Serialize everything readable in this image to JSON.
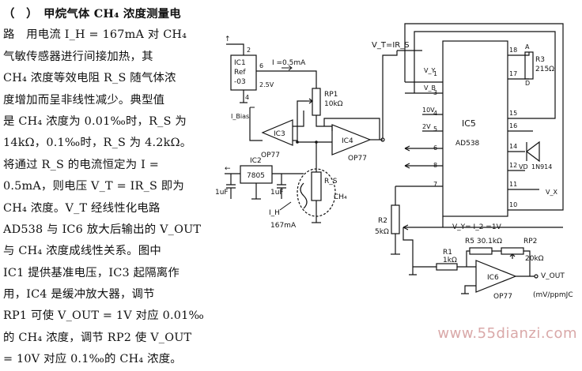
{
  "text_lines": [
    "（　）　甲烷气体 CH₄ 浓度测量电",
    "路　用电流 I_H = 167mA 对 CH₄",
    "气敏传感器进行间接加热，其",
    "CH₄ 浓度等效电阻 R_S 随气体浓",
    "度增加而呈非线性减少。典型值",
    "是 CH₄ 浓度为 0.01‰时，R_S 为",
    "14kΩ，0.1‰时，R_S 为 4.2kΩ。",
    "将通过 R_S 的电流恒定为 I =",
    "0.5mA，则电压 V_T = IR_S 即为",
    "CH₄ 浓度。V_T 经线性化电路",
    "AD538 与 IC6 放大后输出的 V_OUT",
    "与 CH₄ 浓度成线性关系。图中",
    "IC1 提供基准电压，IC3 起隔离作",
    "用，IC4 是缓冲放大器，调节",
    "RP1 可使 V_OUT = 1V 对应 0.01‰",
    "的 CH₄ 浓度，调节 RP2 使 V_OUT",
    "= 10V 对应 0.1‰的 CH₄ 浓度。"
  ],
  "labels": {
    "ic1": "IC1",
    "ic1_ref": "Ref",
    "ic1_03": "-03",
    "ic1_voltage": "2.5V",
    "pin2": "2",
    "pin6": "6",
    "pin4": "4",
    "current": "I =0.5mA",
    "rp1": "RP1",
    "rp1_val": "10kΩ",
    "ibias": "I_Bias",
    "ic3": "IC3",
    "op77_a": "OP77",
    "ic4": "IC4",
    "op77_b": "OP77",
    "ic2": "IC2",
    "ic2_part": "7805",
    "cap1": "1uF",
    "cap2": "1uF",
    "ih": "I_H",
    "ih_val": "167mA",
    "rs": "R_S",
    "ch4": "CH₄",
    "vt_irs": "V_T=IR_S",
    "ic5": "IC5",
    "ad538": "AD538",
    "vy": "V_Y",
    "vb": "V_B",
    "v10": "10V",
    "v2": "2V",
    "pin18": "18",
    "pin17": "17",
    "pin1": "1",
    "pin3": "3",
    "pin15": "15",
    "pin16": "16",
    "pin5": "5",
    "pin6b": "6",
    "pin8": "8",
    "pin7": "7",
    "pin14": "14",
    "pin12": "12",
    "pin11": "11",
    "pin10": "10",
    "r3": "R3",
    "r3_val": "215Ω",
    "a": "A",
    "d": "D",
    "vd": "VD",
    "in914": "1N914",
    "vx": "V_X",
    "vy_eq": "V_Y= I_2 =1V",
    "r2": "R2",
    "r2_val": "5kΩ",
    "r1": "R1",
    "r1_val": "1kΩ",
    "r5": "R5 30.1kΩ",
    "rp2": "RP2",
    "rp2_val": "20kΩ",
    "ic6": "IC6",
    "op77_c": "OP77",
    "vout": "V_OUT",
    "unit": "(mV/ppmJC"
  },
  "watermark": "www.55dianzi.com"
}
